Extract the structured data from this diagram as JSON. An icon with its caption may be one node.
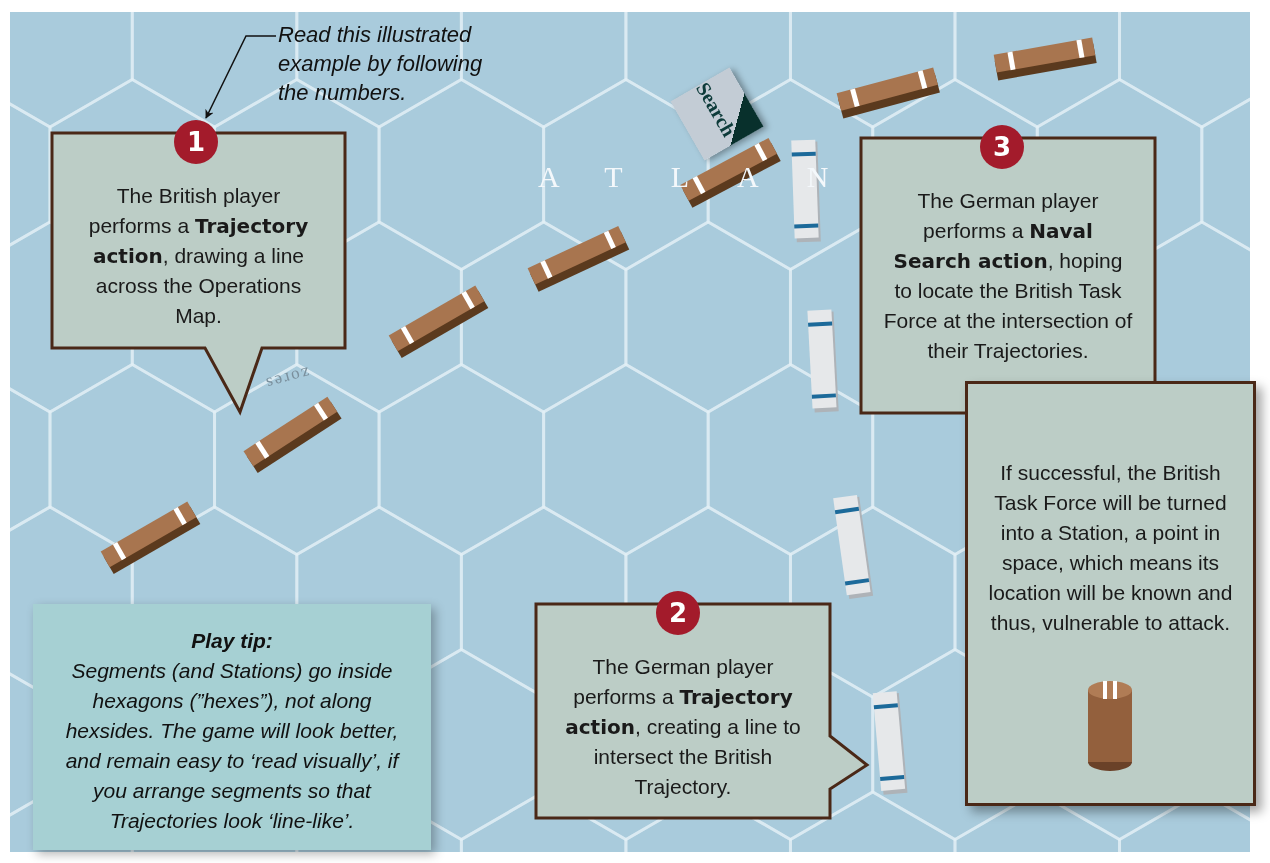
{
  "diagram": {
    "nodes": [
      {
        "text": [
          "Read this illustrated example by following the numbers."
        ]
      },
      {
        "text": [
          "1",
          "The British player performs a **Trajectory action**, drawing a line across the Operations Map."
        ]
      },
      {
        "text": [
          "3",
          "The German player performs a **Naval Search action**, hoping to locate the British Task Force at the intersection of their Trajectories."
        ]
      },
      {
        "text": [
          "If successful, the British Task Force will be turned into a Station, a point in space, which means its location will be known and thus, vulnerable to attack."
        ]
      },
      {
        "text": [
          "Play tip:",
          "Segments (and Stations) go inside hexagons (”hexes”), not along hexsides. The game will look better, and remain easy to ‘read visually’, if you arrange segments so that Trajectories look ‘line-like’."
        ]
      },
      {
        "text": [
          "2",
          "The German player performs a **Trajectory action**, creating a line to intersect the British Trajectory."
        ]
      }
    ],
    "edges": [
      {
        "from": 0,
        "to": 1,
        "arrow": "to"
      }
    ],
    "labels": [
      "Search",
      "ATLAN",
      "zores"
    ]
  }
}
